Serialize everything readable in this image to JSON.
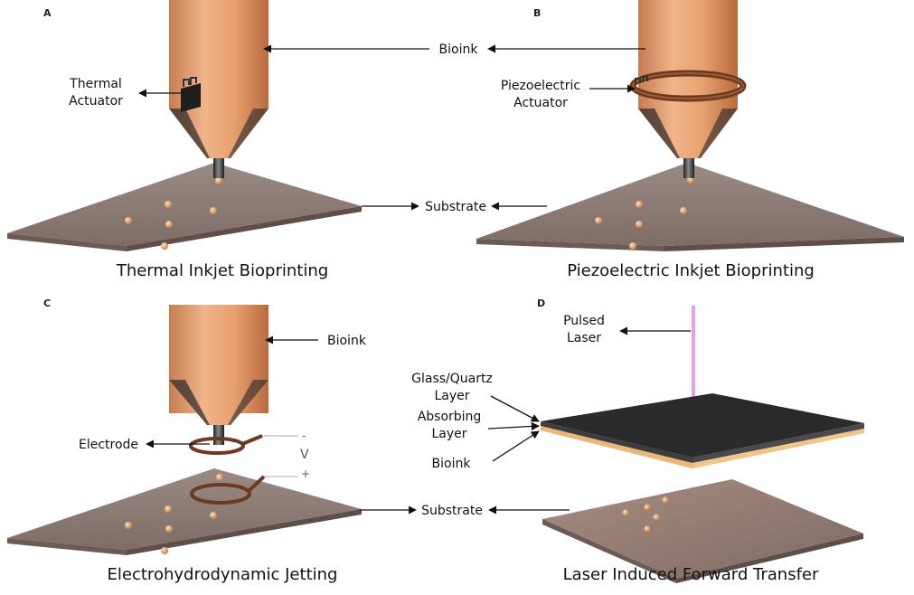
{
  "panels": {
    "A": {
      "letter": "A",
      "caption": "Thermal Inkjet Bioprinting",
      "actuator": "Thermal\nActuator"
    },
    "B": {
      "letter": "B",
      "caption": "Piezoelectric Inkjet Bioprinting",
      "actuator": "Piezoelectric\nActuator"
    },
    "C": {
      "letter": "C",
      "caption": "Electrohydrodynamic Jetting",
      "electrode": "Electrode",
      "bioink": "Bioink",
      "minus": "-",
      "v": "V",
      "plus": "+"
    },
    "D": {
      "letter": "D",
      "caption": "Laser Induced Forward Transfer",
      "laser": "Pulsed\nLaser",
      "glass": "Glass/Quartz\nLayer",
      "absorb": "Absorbing\nLayer",
      "bioink": "Bioink"
    }
  },
  "shared": {
    "bioink": "Bioink",
    "substrate_top": "Substrate",
    "substrate_bottom": "Substrate"
  },
  "colors": {
    "nozzle": "#e0a074",
    "substrate": "#8f7d76",
    "laser": "#e69fe6",
    "coil": "#6b3a21"
  }
}
